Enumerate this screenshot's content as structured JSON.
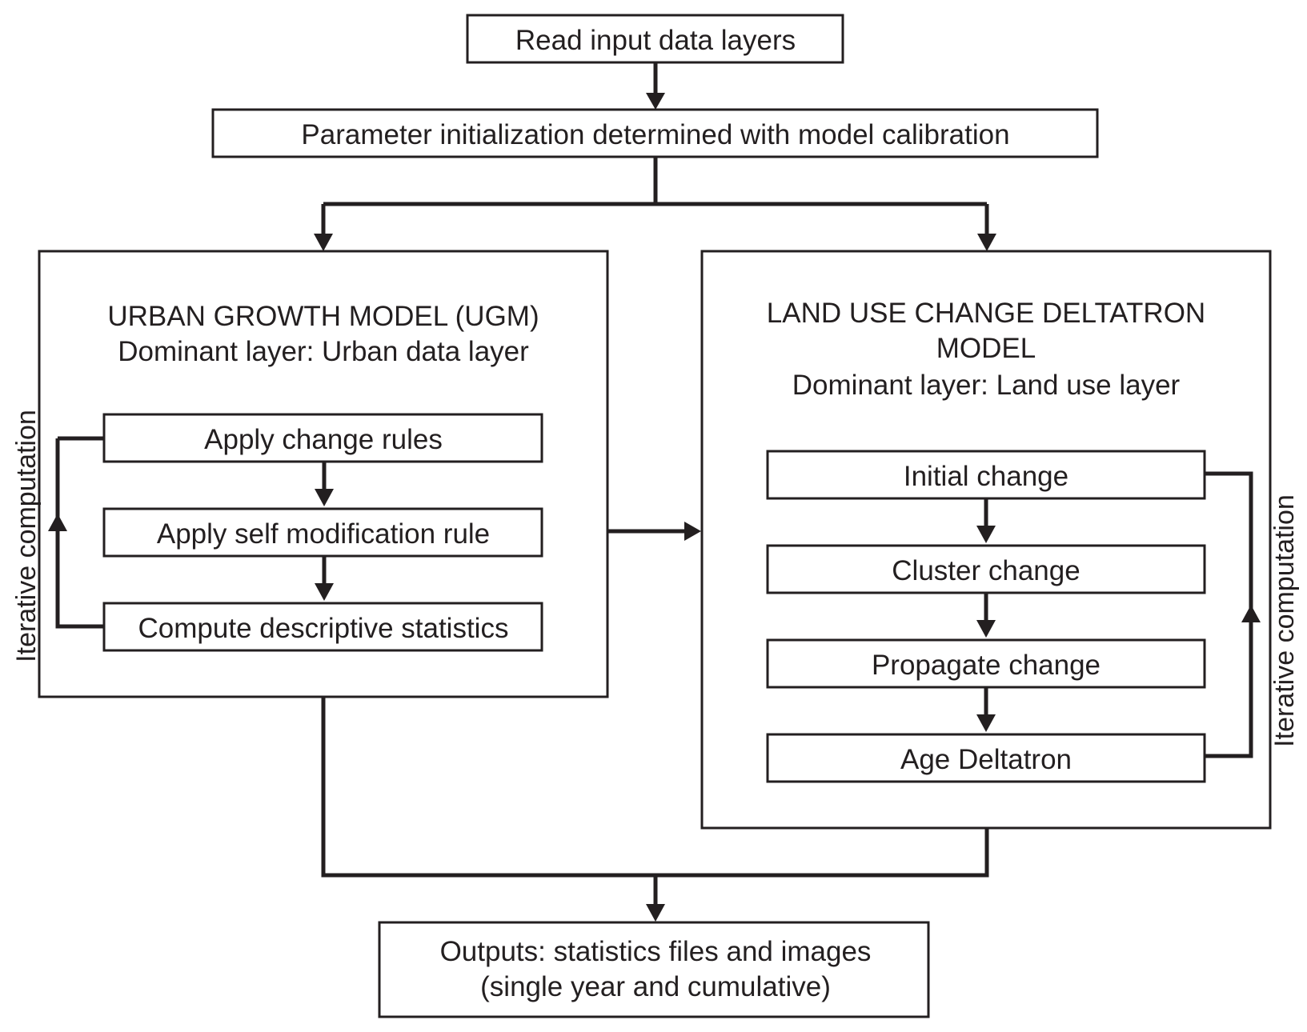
{
  "diagram": {
    "read_input": "Read input data layers",
    "param_init": "Parameter initialization determined with model calibration",
    "ugm": {
      "title": "URBAN GROWTH MODEL (UGM)",
      "subtitle": "Dominant layer: Urban data layer",
      "steps": [
        "Apply change rules",
        "Apply self modification rule",
        "Compute descriptive statistics"
      ],
      "loop_label": "Iterative computation"
    },
    "deltatron": {
      "title_line1": "LAND USE CHANGE DELTATRON",
      "title_line2": "MODEL",
      "subtitle": "Dominant layer: Land use layer",
      "steps": [
        "Initial change",
        "Cluster change",
        "Propagate change",
        "Age Deltatron"
      ],
      "loop_label": "Iterative computation"
    },
    "outputs": {
      "line1": "Outputs: statistics files and images",
      "line2": "(single year and cumulative)"
    }
  }
}
